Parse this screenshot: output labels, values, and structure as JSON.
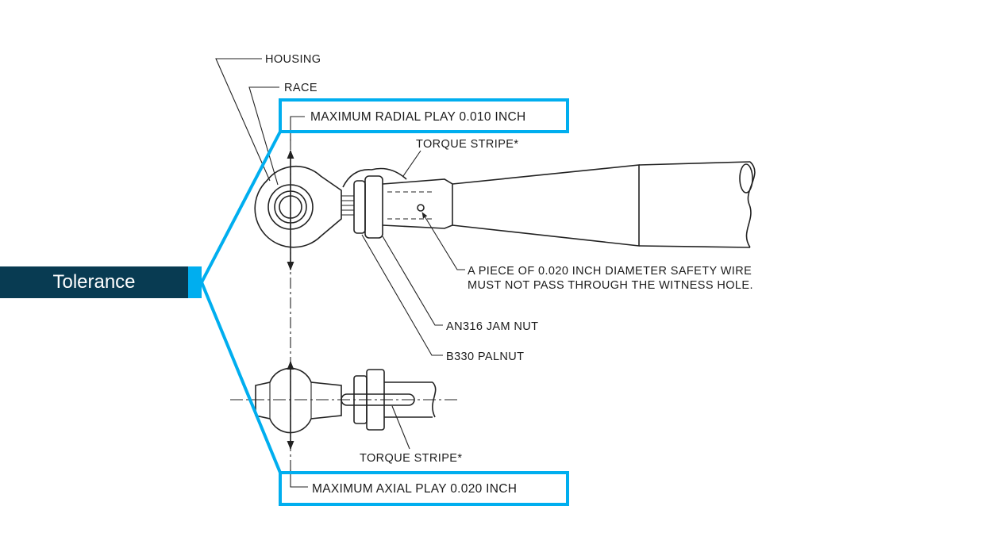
{
  "tag": {
    "label": "Tolerance"
  },
  "labels": {
    "housing": "HOUSING",
    "race": "RACE",
    "radial_play": "MAXIMUM RADIAL PLAY 0.010 INCH",
    "torque_stripe_top": "TORQUE STRIPE*",
    "safety_wire_line1": "A PIECE OF 0.020 INCH DIAMETER SAFETY WIRE",
    "safety_wire_line2": "MUST NOT PASS THROUGH THE WITNESS HOLE.",
    "jam_nut": "AN316 JAM NUT",
    "palnut": "B330 PALNUT",
    "torque_stripe_bottom": "TORQUE STRIPE*",
    "axial_play": "MAXIMUM AXIAL PLAY 0.020 INCH"
  },
  "colors": {
    "highlight": "#00aeef",
    "tag_background": "#083b52",
    "tag_text": "#ffffff"
  }
}
